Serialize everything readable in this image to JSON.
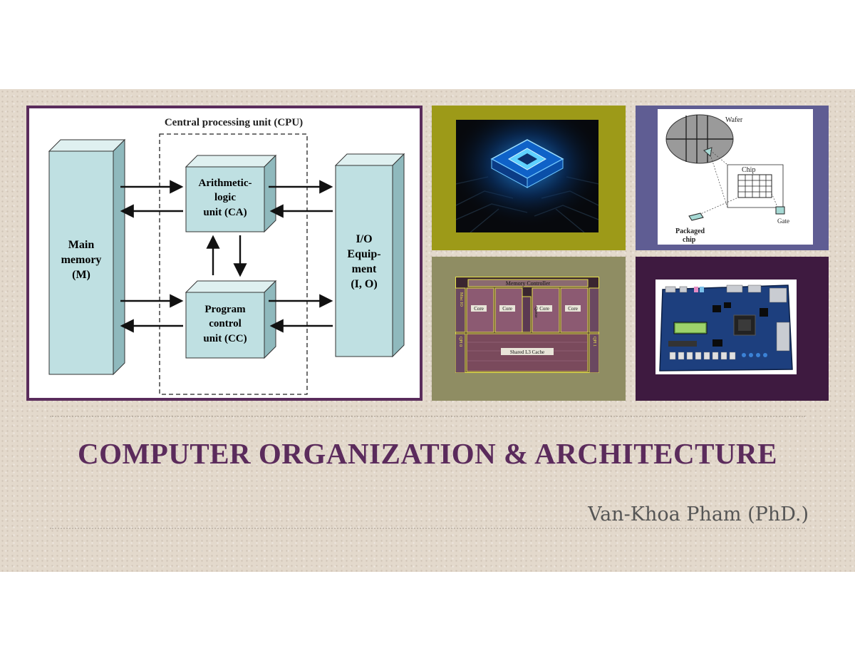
{
  "slide": {
    "title": "COMPUTER ORGANIZATION & ARCHITECTURE",
    "author": "Van-Khoa Pham (PhD.)"
  },
  "diagram": {
    "cpu_label": "Central processing unit (CPU)",
    "main_memory": [
      "Main",
      "memory",
      "(M)"
    ],
    "alu": [
      "Arithmetic-",
      "logic",
      "unit (CA)"
    ],
    "pcu": [
      "Program",
      "control",
      "unit (CC)"
    ],
    "io": [
      "I/O",
      "Equip-",
      "ment",
      "(I, O)"
    ]
  },
  "wafer_figure": {
    "wafer": "Wafer",
    "chip": "Chip",
    "gate": "Gate",
    "packaged": [
      "Packaged",
      "chip"
    ]
  },
  "die_shot": {
    "memory_controller": "Memory Controller",
    "cores": [
      "Core",
      "Core",
      "Core",
      "Core"
    ],
    "queue": "Queue",
    "shared_cache": "Shared L3 Cache",
    "misc_io": "Misc IO",
    "qpi0": "QPI 0",
    "qpi1": "QPI 1"
  },
  "colors": {
    "accent_purple": "#5b2b5c",
    "olive": "#9d9a18",
    "slate": "#5f5d93",
    "khaki": "#8f8d63",
    "plum": "#3e1a40"
  }
}
